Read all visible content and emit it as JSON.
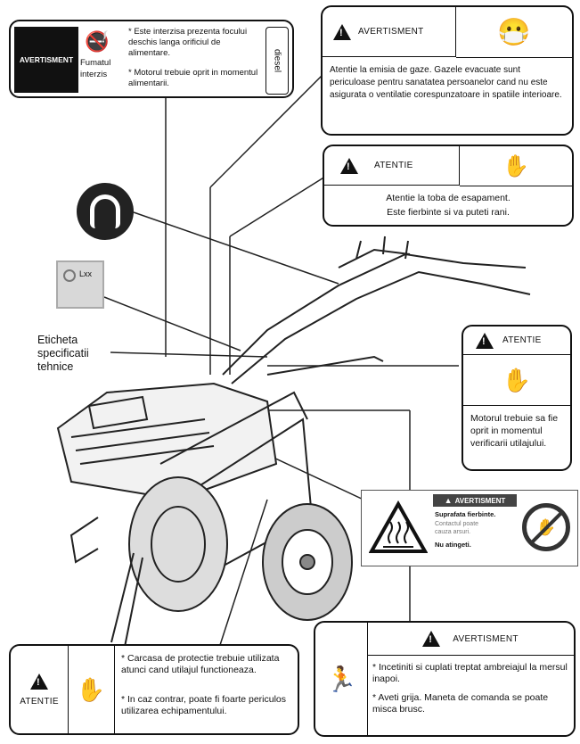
{
  "panel_fuel": {
    "header": "AVERTISMENT",
    "icon_label": "Fumatul interzis",
    "text1": "* Este interzisa prezenta focului deschis langa orificiul de alimentare.",
    "text2": "* Motorul trebuie oprit in momentul alimentarii.",
    "side_label": "diesel"
  },
  "panel_gas": {
    "header": "AVERTISMENT",
    "text": "Atentie la emisia de gaze. Gazele evacuate sunt periculoase pentru sanatatea persoanelor cand nu este asigurata o ventilatie corespunzatoare in spatiile interioare."
  },
  "panel_exhaust": {
    "header": "ATENTIE",
    "text1": "Atentie la toba de esapament.",
    "text2": "Este fierbinte si va puteti rani."
  },
  "label_specs": "Eticheta specificatii tehnice",
  "oil_icon_label": "Lxx",
  "panel_engine_check": {
    "header": "ATENTIE",
    "text": "Motorul trebuie sa fie oprit in momentul verificarii utilajului."
  },
  "panel_hot": {
    "header": "AVERTISMENT",
    "line1": "Suprafata fierbinte.",
    "line2": "Contactul poate cauza arsuri.",
    "line3": "Nu atingeti."
  },
  "panel_guard": {
    "header": "ATENTIE",
    "text1": "* Carcasa de protectie trebuie utilizata atunci cand utilajul functioneaza.",
    "text2": "* In caz contrar, poate fi foarte periculos utilizarea echipamentului."
  },
  "panel_reverse": {
    "header": "AVERTISMENT",
    "text1": "* Incetiniti si cuplati treptat ambreiajul la mersul inapoi.",
    "text2": "* Aveti grija. Maneta de comanda se poate misca brusc."
  }
}
